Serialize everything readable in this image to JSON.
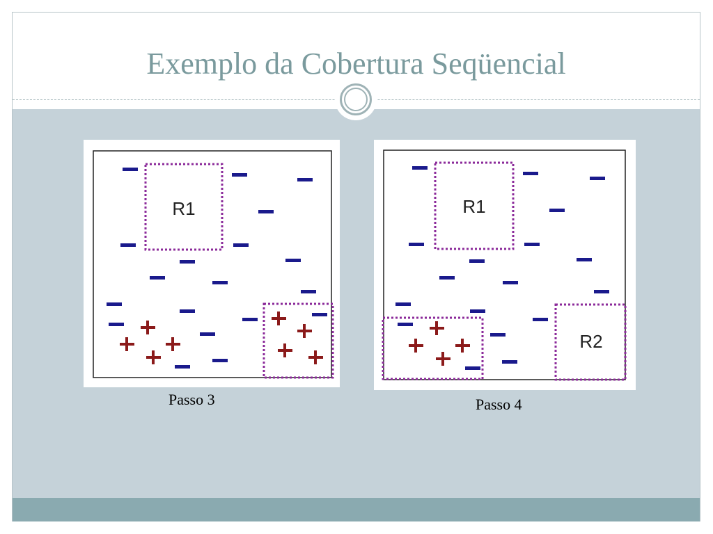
{
  "slide": {
    "title": "Exemplo da Cobertura Seqüencial"
  },
  "figures": [
    {
      "caption": "Passo 3",
      "regions": [
        {
          "label": "R1",
          "type": "dashed-box"
        },
        {
          "label": "",
          "type": "dashed-box"
        }
      ]
    },
    {
      "caption": "Passo 4",
      "regions": [
        {
          "label": "R1",
          "type": "dashed-box"
        },
        {
          "label": "",
          "type": "dashed-box"
        },
        {
          "label": "R2",
          "type": "dashed-box"
        }
      ]
    }
  ],
  "colors": {
    "title": "#7a9a9d",
    "background": "#c5d2d9",
    "footer": "#8aaab0",
    "negative_mark": "#1a1a8c",
    "positive_mark": "#8b1a1a",
    "region_border": "#8b2a9a"
  }
}
